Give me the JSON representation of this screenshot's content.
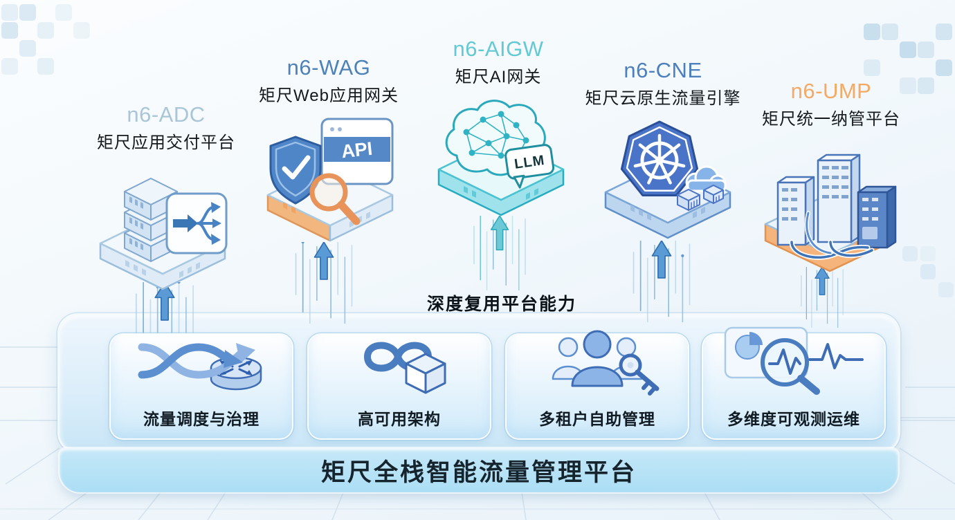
{
  "modules": [
    {
      "code": "n6-ADC",
      "name": "矩尺应用交付平台",
      "accent": "#a9c6d9",
      "icon": "server-stack-load-balancer-icon"
    },
    {
      "code": "n6-WAG",
      "name": "矩尺Web应用网关",
      "accent": "#4d82b8",
      "icon": "shield-api-magnifier-icon",
      "api_label": "API"
    },
    {
      "code": "n6-AIGW",
      "name": "矩尺AI网关",
      "accent": "#63c9d4",
      "icon": "ai-brain-network-icon",
      "bubble_label": "LLM"
    },
    {
      "code": "n6-CNE",
      "name": "矩尺云原生流量引擎",
      "accent": "#4c7fbe",
      "icon": "kubernetes-cloud-containers-icon"
    },
    {
      "code": "n6-UMP",
      "name": "矩尺统一纳管平台",
      "accent": "#f5a964",
      "icon": "server-towers-cables-icon"
    }
  ],
  "platform": {
    "middle_label": "深度复用平台能力",
    "title": "矩尺全栈智能流量管理平台",
    "capabilities": [
      {
        "label": "流量调度与治理",
        "icon": "traffic-routing-icon"
      },
      {
        "label": "高可用架构",
        "icon": "infinity-cube-icon"
      },
      {
        "label": "多租户自助管理",
        "icon": "users-key-icon"
      },
      {
        "label": "多维度可观测运维",
        "icon": "observability-magnifier-icon"
      }
    ]
  },
  "colors": {
    "stream_arrow": "#5b9bd5",
    "platform_front": "#abdef5",
    "tile_border": "#a8d4ee",
    "title_text": "#16242e",
    "aigw_platform": "#9fe2ec",
    "ump_platform": "#f5b47c",
    "wag_front": "#f2b77f",
    "magnifier_orange": "#e8935a",
    "kubernetes_blue": "#4a74c8"
  }
}
